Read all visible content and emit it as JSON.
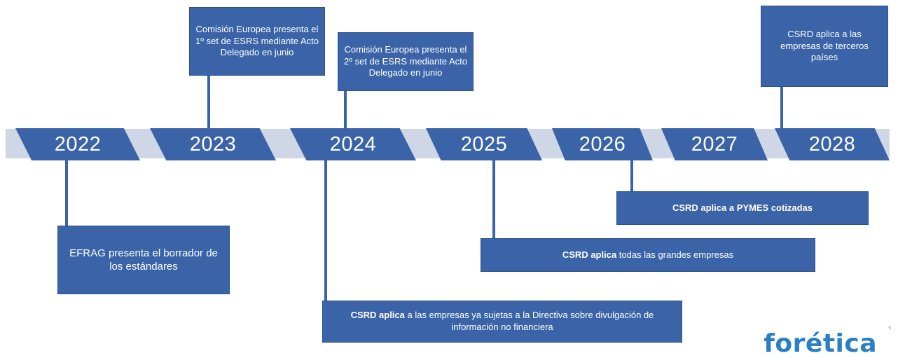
{
  "timeline": {
    "years": [
      "2022",
      "2023",
      "2024",
      "2025",
      "2026",
      "2027",
      "2028"
    ]
  },
  "events": {
    "y2023_cion": {
      "text": "Comisión Europea presenta el 1º set de ESRS mediante Acto Delegado en junio"
    },
    "y2024_cion": {
      "text": "Comisión Europea presenta el 2º set de ESRS mediante Acto Delegado en junio"
    },
    "y2028_terceros": {
      "text": "CSRD aplica a las empresas de terceros países"
    },
    "y2022_efrag": {
      "text": "EFRAG presenta el borrador de los estándares"
    },
    "y2024_csrd": {
      "bold": "CSRD aplica",
      "rest": " a las empresas ya sujetas a la Directiva sobre divulgación de información no financiera"
    },
    "y2025_csrd": {
      "bold": "CSRD aplica",
      "rest": " todas las grandes empresas"
    },
    "y2026_pymes": {
      "text": "CSRD aplica a PYMES cotizadas"
    }
  },
  "logo": {
    "text": "forética",
    "color": "#2b7fc4"
  },
  "colors": {
    "accent": "#3a63a8",
    "band": "#cfd7e6"
  }
}
